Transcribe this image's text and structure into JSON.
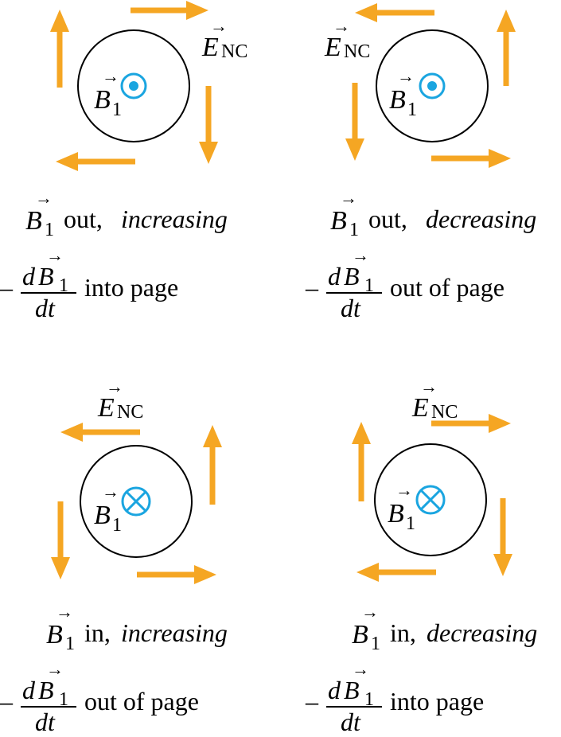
{
  "colors": {
    "field_arrow": "#f5a623",
    "b_symbol": "#1aa5e0",
    "ink": "#000000"
  },
  "symbols": {
    "E": "E",
    "E_sub": "NC",
    "B": "B",
    "B_sub": "1",
    "vector_arrow": "→",
    "minus": "–",
    "d": "d",
    "dt": "dt"
  },
  "panels": [
    {
      "id": "tl",
      "b_direction": "out",
      "caption_dir": "out,",
      "caption_trend": "increasing",
      "rate_text": "into page"
    },
    {
      "id": "tr",
      "b_direction": "out",
      "caption_dir": "out,",
      "caption_trend": "decreasing",
      "rate_text": "out of page"
    },
    {
      "id": "bl",
      "b_direction": "in",
      "caption_dir": "in,",
      "caption_trend": "increasing",
      "rate_text": "out of page"
    },
    {
      "id": "br",
      "b_direction": "in",
      "caption_dir": "in,",
      "caption_trend": "decreasing",
      "rate_text": "into page"
    }
  ]
}
